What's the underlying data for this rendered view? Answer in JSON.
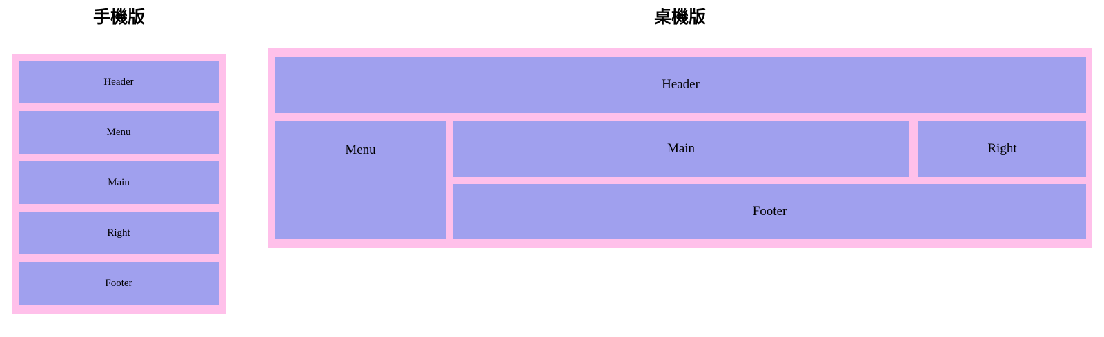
{
  "page": {
    "background_color": "#ffffff",
    "wrapper_color": "#ffc0ea",
    "cell_color": "#a0a0ee",
    "text_color": "#000000"
  },
  "mobile": {
    "title": "手機版",
    "cells": [
      {
        "label": "Header"
      },
      {
        "label": "Menu"
      },
      {
        "label": "Main"
      },
      {
        "label": "Right"
      },
      {
        "label": "Footer"
      }
    ]
  },
  "desktop": {
    "title": "桌機版",
    "cells": [
      {
        "label": "Header"
      },
      {
        "label": "Menu"
      },
      {
        "label": "Main"
      },
      {
        "label": "Right"
      },
      {
        "label": "Footer"
      }
    ]
  }
}
